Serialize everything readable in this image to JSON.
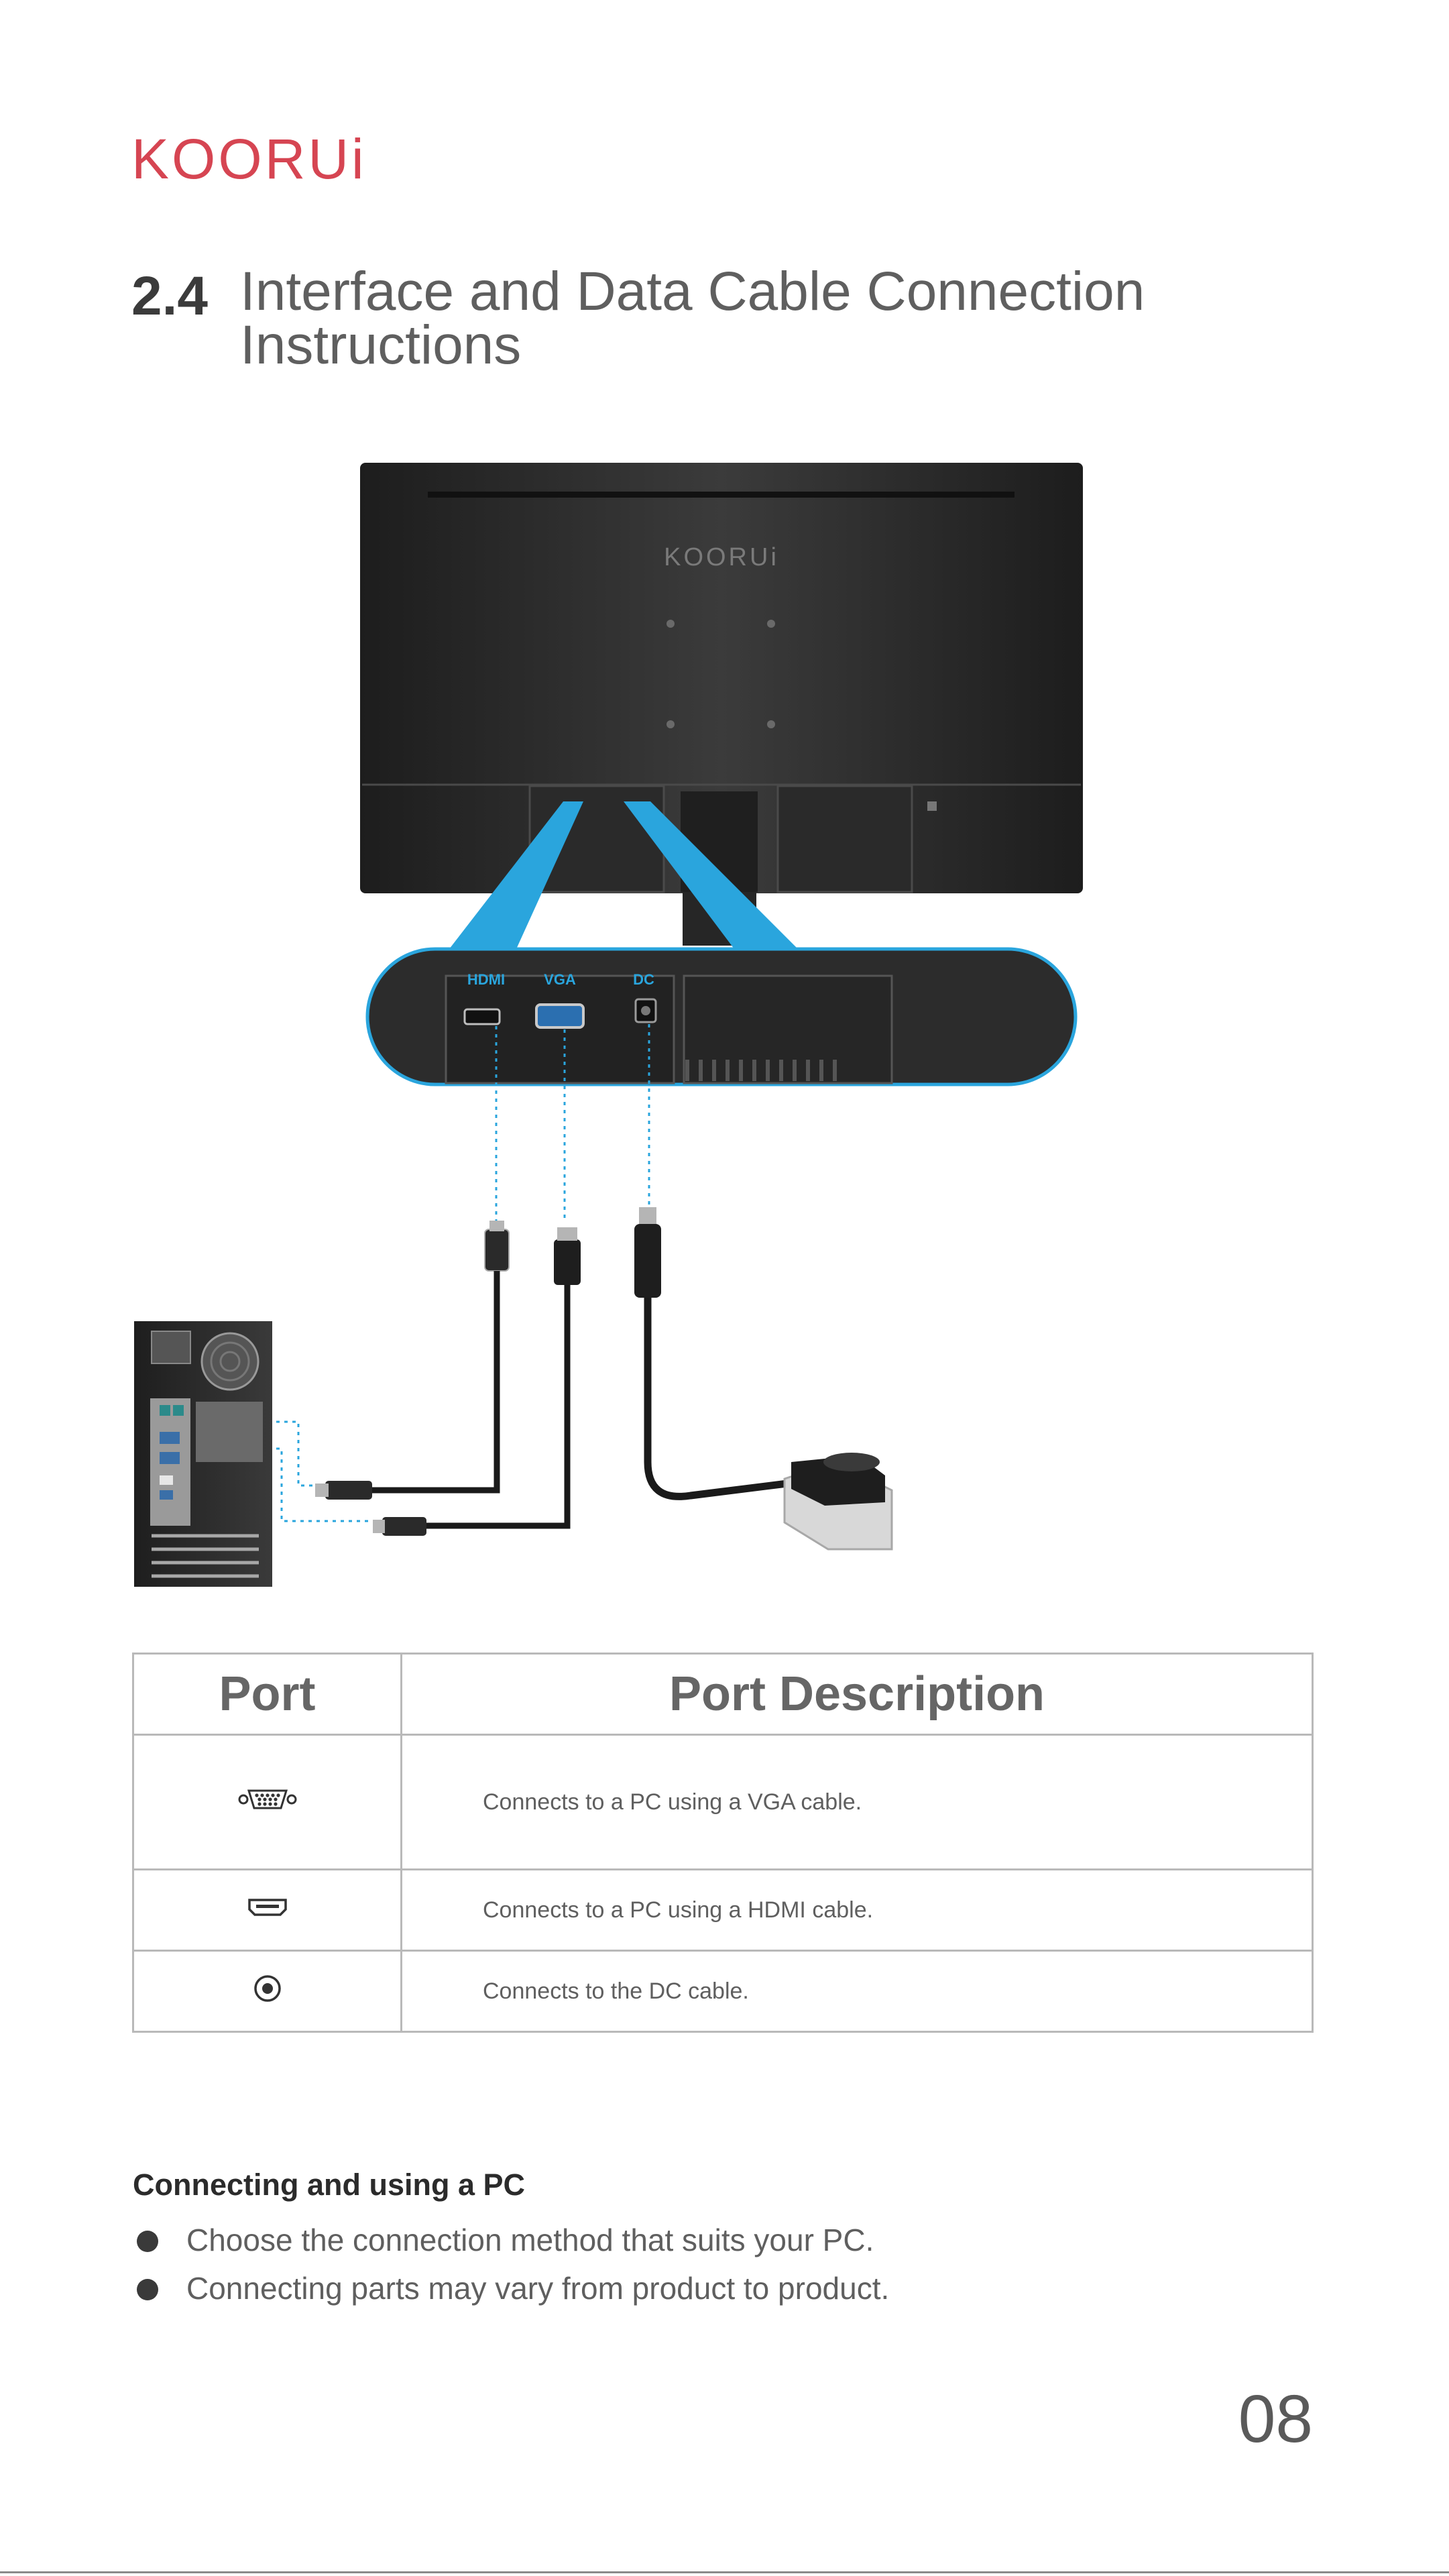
{
  "brand": {
    "logo_text": "KOORUi",
    "color": "#d64552"
  },
  "heading": {
    "number": "2.4",
    "title": "Interface and Data Cable Connection\nInstructions"
  },
  "diagram": {
    "monitor_logo": "KOORUi",
    "port_labels": {
      "hdmi": "HDMI",
      "vga": "VGA",
      "dc": "DC"
    },
    "accent_color": "#2aa5dd"
  },
  "table": {
    "headers": {
      "port": "Port",
      "description": "Port Description"
    },
    "rows": [
      {
        "icon": "vga-port-icon",
        "description": "Connects to a PC using a VGA cable."
      },
      {
        "icon": "hdmi-port-icon",
        "description": "Connects to a PC using a HDMI cable."
      },
      {
        "icon": "dc-port-icon",
        "description": "Connects to the DC cable."
      }
    ]
  },
  "connecting": {
    "title": "Connecting and using a PC",
    "bullets": [
      "Choose the connection method that suits your PC.",
      "Connecting parts may vary from product to product."
    ]
  },
  "page_number": "08"
}
